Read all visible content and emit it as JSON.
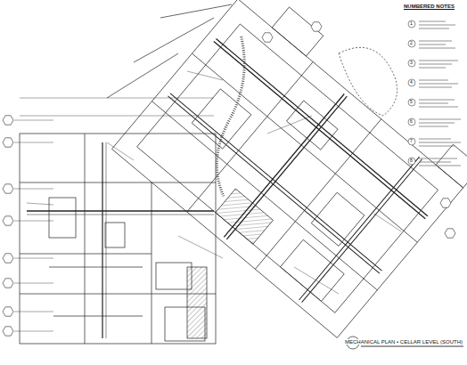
{
  "diagram": {
    "caption": "MECHANICAL PLAN • CELLAR LEVEL (SOUTH)",
    "labels": [
      "NUMBERED NOTES",
      "1",
      "2",
      "3",
      "4",
      "5",
      "6",
      "7",
      "8"
    ]
  }
}
